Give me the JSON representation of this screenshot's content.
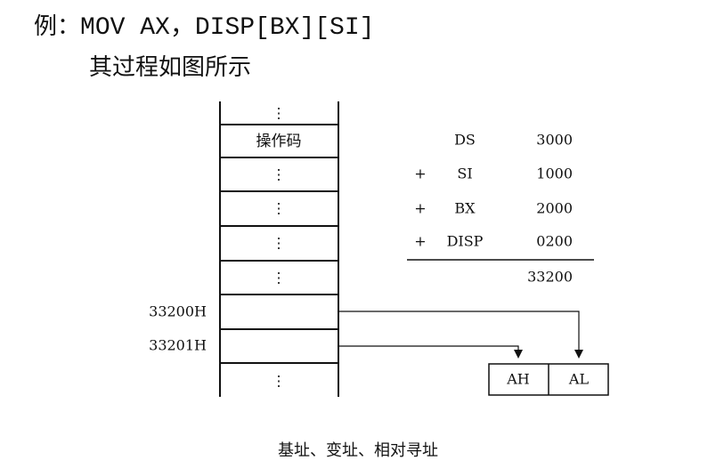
{
  "header": {
    "prefix": "例：",
    "instruction": "MOV AX，DISP[BX][SI]",
    "subtitle": "其过程如图所示"
  },
  "memory": {
    "cells": [
      {
        "label": "⋮"
      },
      {
        "label": "操作码"
      },
      {
        "label": "⋮"
      },
      {
        "label": "⋮"
      },
      {
        "label": "⋮"
      },
      {
        "label": "⋮"
      },
      {
        "label": ""
      },
      {
        "label": ""
      },
      {
        "label": "⋮"
      }
    ],
    "addresses": [
      {
        "text": "33200H"
      },
      {
        "text": "33201H"
      }
    ]
  },
  "calculation": {
    "rows": [
      {
        "op": "",
        "name": "DS",
        "value": "3000"
      },
      {
        "op": "+",
        "name": "SI",
        "value": "1000"
      },
      {
        "op": "+",
        "name": "BX",
        "value": "2000"
      },
      {
        "op": "+",
        "name": "DISP",
        "value": "0200"
      }
    ],
    "result": "33200"
  },
  "register": {
    "high": "AH",
    "low": "AL"
  },
  "caption": "基址、变址、相对寻址"
}
